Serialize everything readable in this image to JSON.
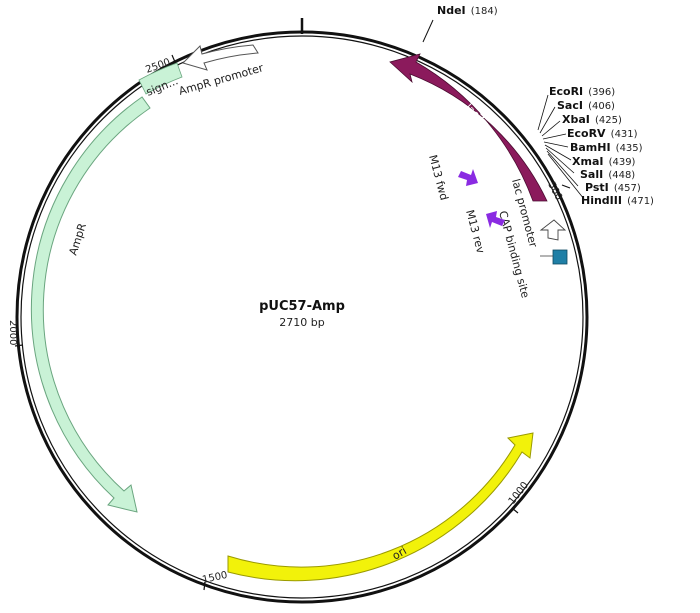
{
  "plasmid": {
    "name": "pUC57-Amp",
    "length_label": "2710 bp"
  },
  "ticks": {
    "t500": "500",
    "t1000": "1000",
    "t1500": "1500",
    "t2000": "2000",
    "t2500": "2500"
  },
  "sites": [
    {
      "name": "NdeI",
      "pos": "(184)"
    },
    {
      "name": "EcoRI",
      "pos": "(396)"
    },
    {
      "name": "SacI",
      "pos": "(406)"
    },
    {
      "name": "XbaI",
      "pos": "(425)"
    },
    {
      "name": "EcoRV",
      "pos": "(431)"
    },
    {
      "name": "BamHI",
      "pos": "(435)"
    },
    {
      "name": "XmaI",
      "pos": "(439)"
    },
    {
      "name": "SalI",
      "pos": "(448)"
    },
    {
      "name": "PstI",
      "pos": "(457)"
    },
    {
      "name": "HindIII",
      "pos": "(471)"
    }
  ],
  "features": {
    "lacZa": "lacZα",
    "lac_promoter": "lac promoter",
    "cap_site": "CAP binding site",
    "m13_fwd": "M13 fwd",
    "m13_rev": "M13 rev",
    "ampr": "AmpR",
    "ampr_promoter": "AmpR promoter",
    "ori": "ori",
    "signal": "sign..."
  },
  "colors": {
    "lacZa": "#8b1a5c",
    "ampr": "#c9f2d6",
    "ori": "#f2f20a",
    "primer": "#8a2be2",
    "cap": "#1f7fa6"
  }
}
